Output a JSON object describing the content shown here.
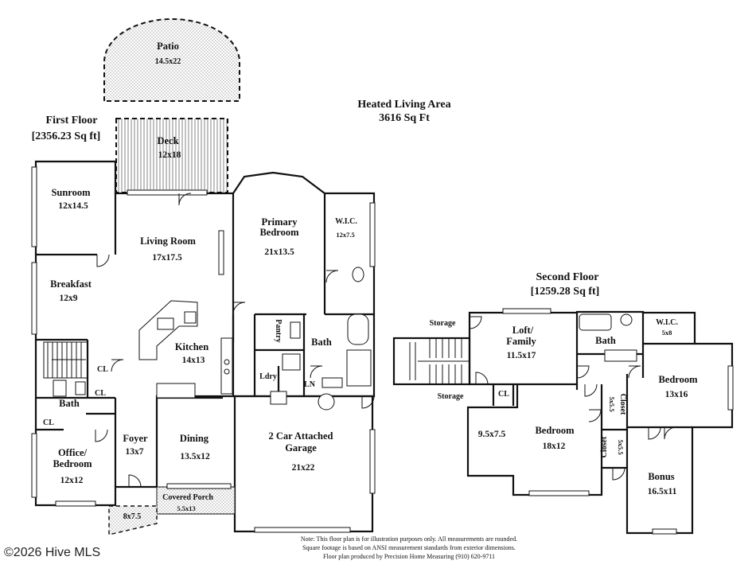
{
  "summary": {
    "heading": "Heated Living Area",
    "area": "3616 Sq Ft"
  },
  "floors": {
    "first": {
      "name": "First Floor",
      "area": "[2356.23 Sq ft]"
    },
    "second": {
      "name": "Second Floor",
      "area": "[1259.28 Sq ft]"
    }
  },
  "rooms": {
    "patio": {
      "name": "Patio",
      "dim": "14.5x22"
    },
    "deck": {
      "name": "Deck",
      "dim": "12x18"
    },
    "sunroom": {
      "name": "Sunroom",
      "dim": "12x14.5"
    },
    "living": {
      "name": "Living Room",
      "dim": "17x17.5"
    },
    "breakfast": {
      "name": "Breakfast",
      "dim": "12x9"
    },
    "kitchen": {
      "name": "Kitchen",
      "dim": "14x13"
    },
    "primary": {
      "name1": "Primary",
      "name2": "Bedroom",
      "dim": "21x13.5"
    },
    "wic1": {
      "name": "W.I.C.",
      "dim": "12x7.5"
    },
    "pantry": {
      "name": "Pantry"
    },
    "bath_primary": {
      "name": "Bath"
    },
    "laundry": {
      "name": "Ldry"
    },
    "ln": {
      "name": "LN"
    },
    "cl1": {
      "name": "CL"
    },
    "cl2": {
      "name": "CL"
    },
    "cl3": {
      "name": "CL"
    },
    "bath1": {
      "name": "Bath"
    },
    "office": {
      "name1": "Office/",
      "name2": "Bedroom",
      "dim": "12x12"
    },
    "foyer": {
      "name": "Foyer",
      "dim": "13x7"
    },
    "dining": {
      "name": "Dining",
      "dim": "13.5x12"
    },
    "garage": {
      "name1": "2 Car Attached",
      "name2": "Garage",
      "dim": "21x22"
    },
    "porch": {
      "name": "Covered Porch",
      "dim": "5.5x13"
    },
    "stoop": {
      "dim": "8x7.5"
    },
    "storage1": {
      "name": "Storage"
    },
    "storage2": {
      "name": "Storage"
    },
    "loft": {
      "name1": "Loft/",
      "name2": "Family",
      "dim": "11.5x17"
    },
    "bath2": {
      "name": "Bath"
    },
    "wic2": {
      "name": "W.I.C.",
      "dim": "5x8"
    },
    "bedroom_r": {
      "name": "Bedroom",
      "dim": "13x16"
    },
    "cl4": {
      "name": "CL"
    },
    "nook": {
      "dim": "9.5x7.5"
    },
    "bedroom_m": {
      "name": "Bedroom",
      "dim": "18x12"
    },
    "closet1": {
      "name": "Closet",
      "dim": "5x5.5"
    },
    "closet2": {
      "name": "Closet",
      "dim": "5x5.5"
    },
    "bonus": {
      "name": "Bonus",
      "dim": "16.5x11"
    }
  },
  "note": {
    "line1": "Note: This floor plan is for illustration purposes only. All measurements are rounded.",
    "line2": "Square footage is based on ANSI measurement standards from exterior dimensions.",
    "line3": "Floor plan produced by Precision Home Measuring (910) 620-9711"
  },
  "watermark": "©2026 Hive MLS"
}
